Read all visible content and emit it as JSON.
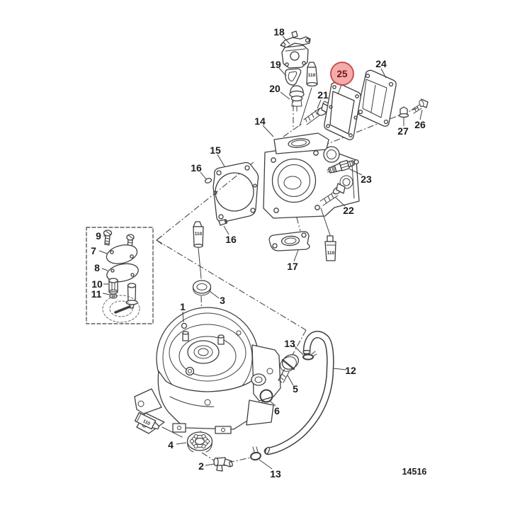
{
  "diagram": {
    "drawing_number": "14516",
    "sealant_tube_label": "110",
    "highlight": {
      "label": "25",
      "fill_color": "#F2A1A1",
      "stroke_color": "#C23A3A",
      "text_color": "#7D1212"
    },
    "colors": {
      "background": "#FFFFFF",
      "line": "#3F3F3F",
      "label_text": "#1C1C1C"
    },
    "callouts": [
      {
        "label": "18"
      },
      {
        "label": "19"
      },
      {
        "label": "20"
      },
      {
        "label": "21"
      },
      {
        "label": "24"
      },
      {
        "label": "26"
      },
      {
        "label": "27"
      },
      {
        "label": "14"
      },
      {
        "label": "15"
      },
      {
        "label": "16"
      },
      {
        "label": "16"
      },
      {
        "label": "23"
      },
      {
        "label": "22"
      },
      {
        "label": "17"
      },
      {
        "label": "9"
      },
      {
        "label": "7"
      },
      {
        "label": "8"
      },
      {
        "label": "10"
      },
      {
        "label": "11"
      },
      {
        "label": "3"
      },
      {
        "label": "1"
      },
      {
        "label": "13"
      },
      {
        "label": "12"
      },
      {
        "label": "5"
      },
      {
        "label": "6"
      },
      {
        "label": "4"
      },
      {
        "label": "2"
      },
      {
        "label": "13"
      }
    ]
  }
}
